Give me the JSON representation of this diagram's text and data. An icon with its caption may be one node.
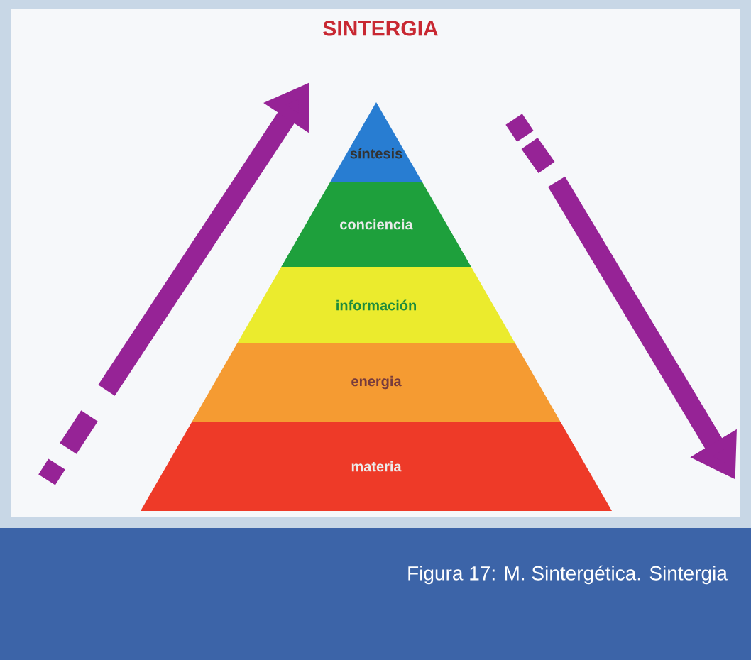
{
  "diagram": {
    "title": "SINTERGIA",
    "caption": "Figura 17: M. Sintergética. Sintergia",
    "nodes": [
      {
        "text": [
          "síntesis"
        ]
      },
      {
        "text": [
          "conciencia"
        ]
      },
      {
        "text": [
          "información"
        ]
      },
      {
        "text": [
          "energia"
        ]
      },
      {
        "text": [
          "materia"
        ]
      }
    ]
  }
}
